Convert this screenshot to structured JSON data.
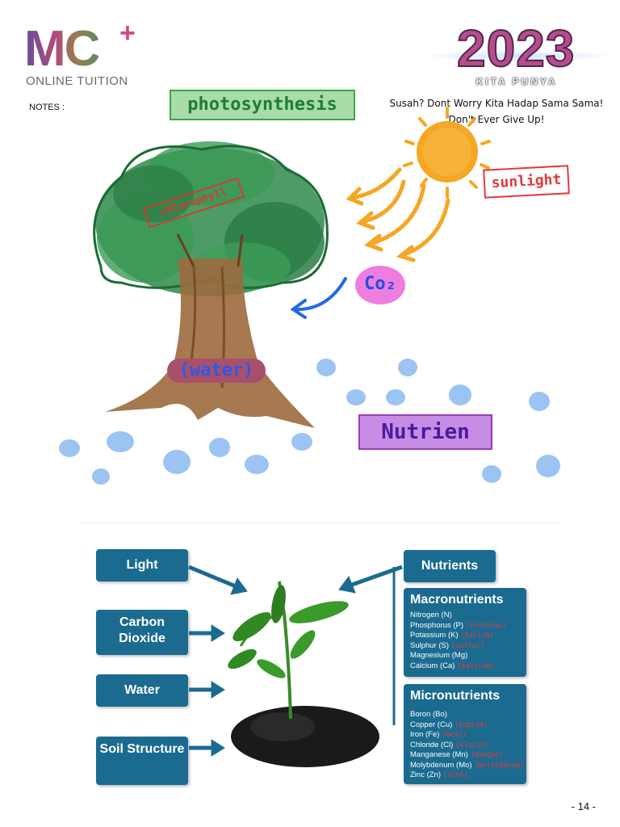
{
  "header": {
    "logo_main": "MC",
    "logo_plus": "+",
    "logo_sub": "ONLINE TUITION",
    "notes_label": "NOTES :",
    "year": "2023",
    "year_sub": "KITA PUNYA",
    "tagline_1": "Susah? Dont Worry Kita Hadap Sama Sama!",
    "tagline_2": "Don't Ever Give Up!"
  },
  "sketch": {
    "title": "photosynthesis",
    "chlorophyll": "chlorophyll",
    "sunlight": "sunlight",
    "co2": "Co₂",
    "water": "(water)",
    "nutrien": "Nutrien"
  },
  "diagram": {
    "left_boxes": [
      {
        "label": "Light"
      },
      {
        "label": "Carbon Dioxide"
      },
      {
        "label": "Water"
      },
      {
        "label": "Soil Structure"
      }
    ],
    "nutrients_label": "Nutrients",
    "macro": {
      "title": "Macronutrients",
      "items": [
        {
          "name": "Nitrogen (N)",
          "note": ""
        },
        {
          "name": "Phosphorus (P)",
          "note": "(fosforus)"
        },
        {
          "name": "Potassium (K)",
          "note": "(kalium)"
        },
        {
          "name": "Sulphur (S)",
          "note": "(sulfur)"
        },
        {
          "name": "Magnesium (Mg)",
          "note": ""
        },
        {
          "name": "Calcium (Ca)",
          "note": "(kalsium)"
        }
      ]
    },
    "micro": {
      "title": "Micronutrients",
      "items": [
        {
          "name": "Boron (Bo)",
          "note": ""
        },
        {
          "name": "Copper (Cu)",
          "note": "(kuprum)"
        },
        {
          "name": "Iron (Fe)",
          "note": "(besi)"
        },
        {
          "name": "Chloride (Cl)",
          "note": "(klorin)"
        },
        {
          "name": "Manganese (Mn)",
          "note": "(mangan)"
        },
        {
          "name": "Molybdenum (Mo)",
          "note": "(molibdenum)"
        },
        {
          "name": "Zinc (Zn)",
          "note": "(zink)"
        }
      ]
    }
  },
  "footer": {
    "page_number": "- 14 -"
  },
  "colors": {
    "box_blue": "#1a6b8f",
    "sun": "#f5a623",
    "water_drop": "#9cc4f2",
    "tree_green": "#2f8a4a",
    "trunk": "#9c6a3e"
  }
}
